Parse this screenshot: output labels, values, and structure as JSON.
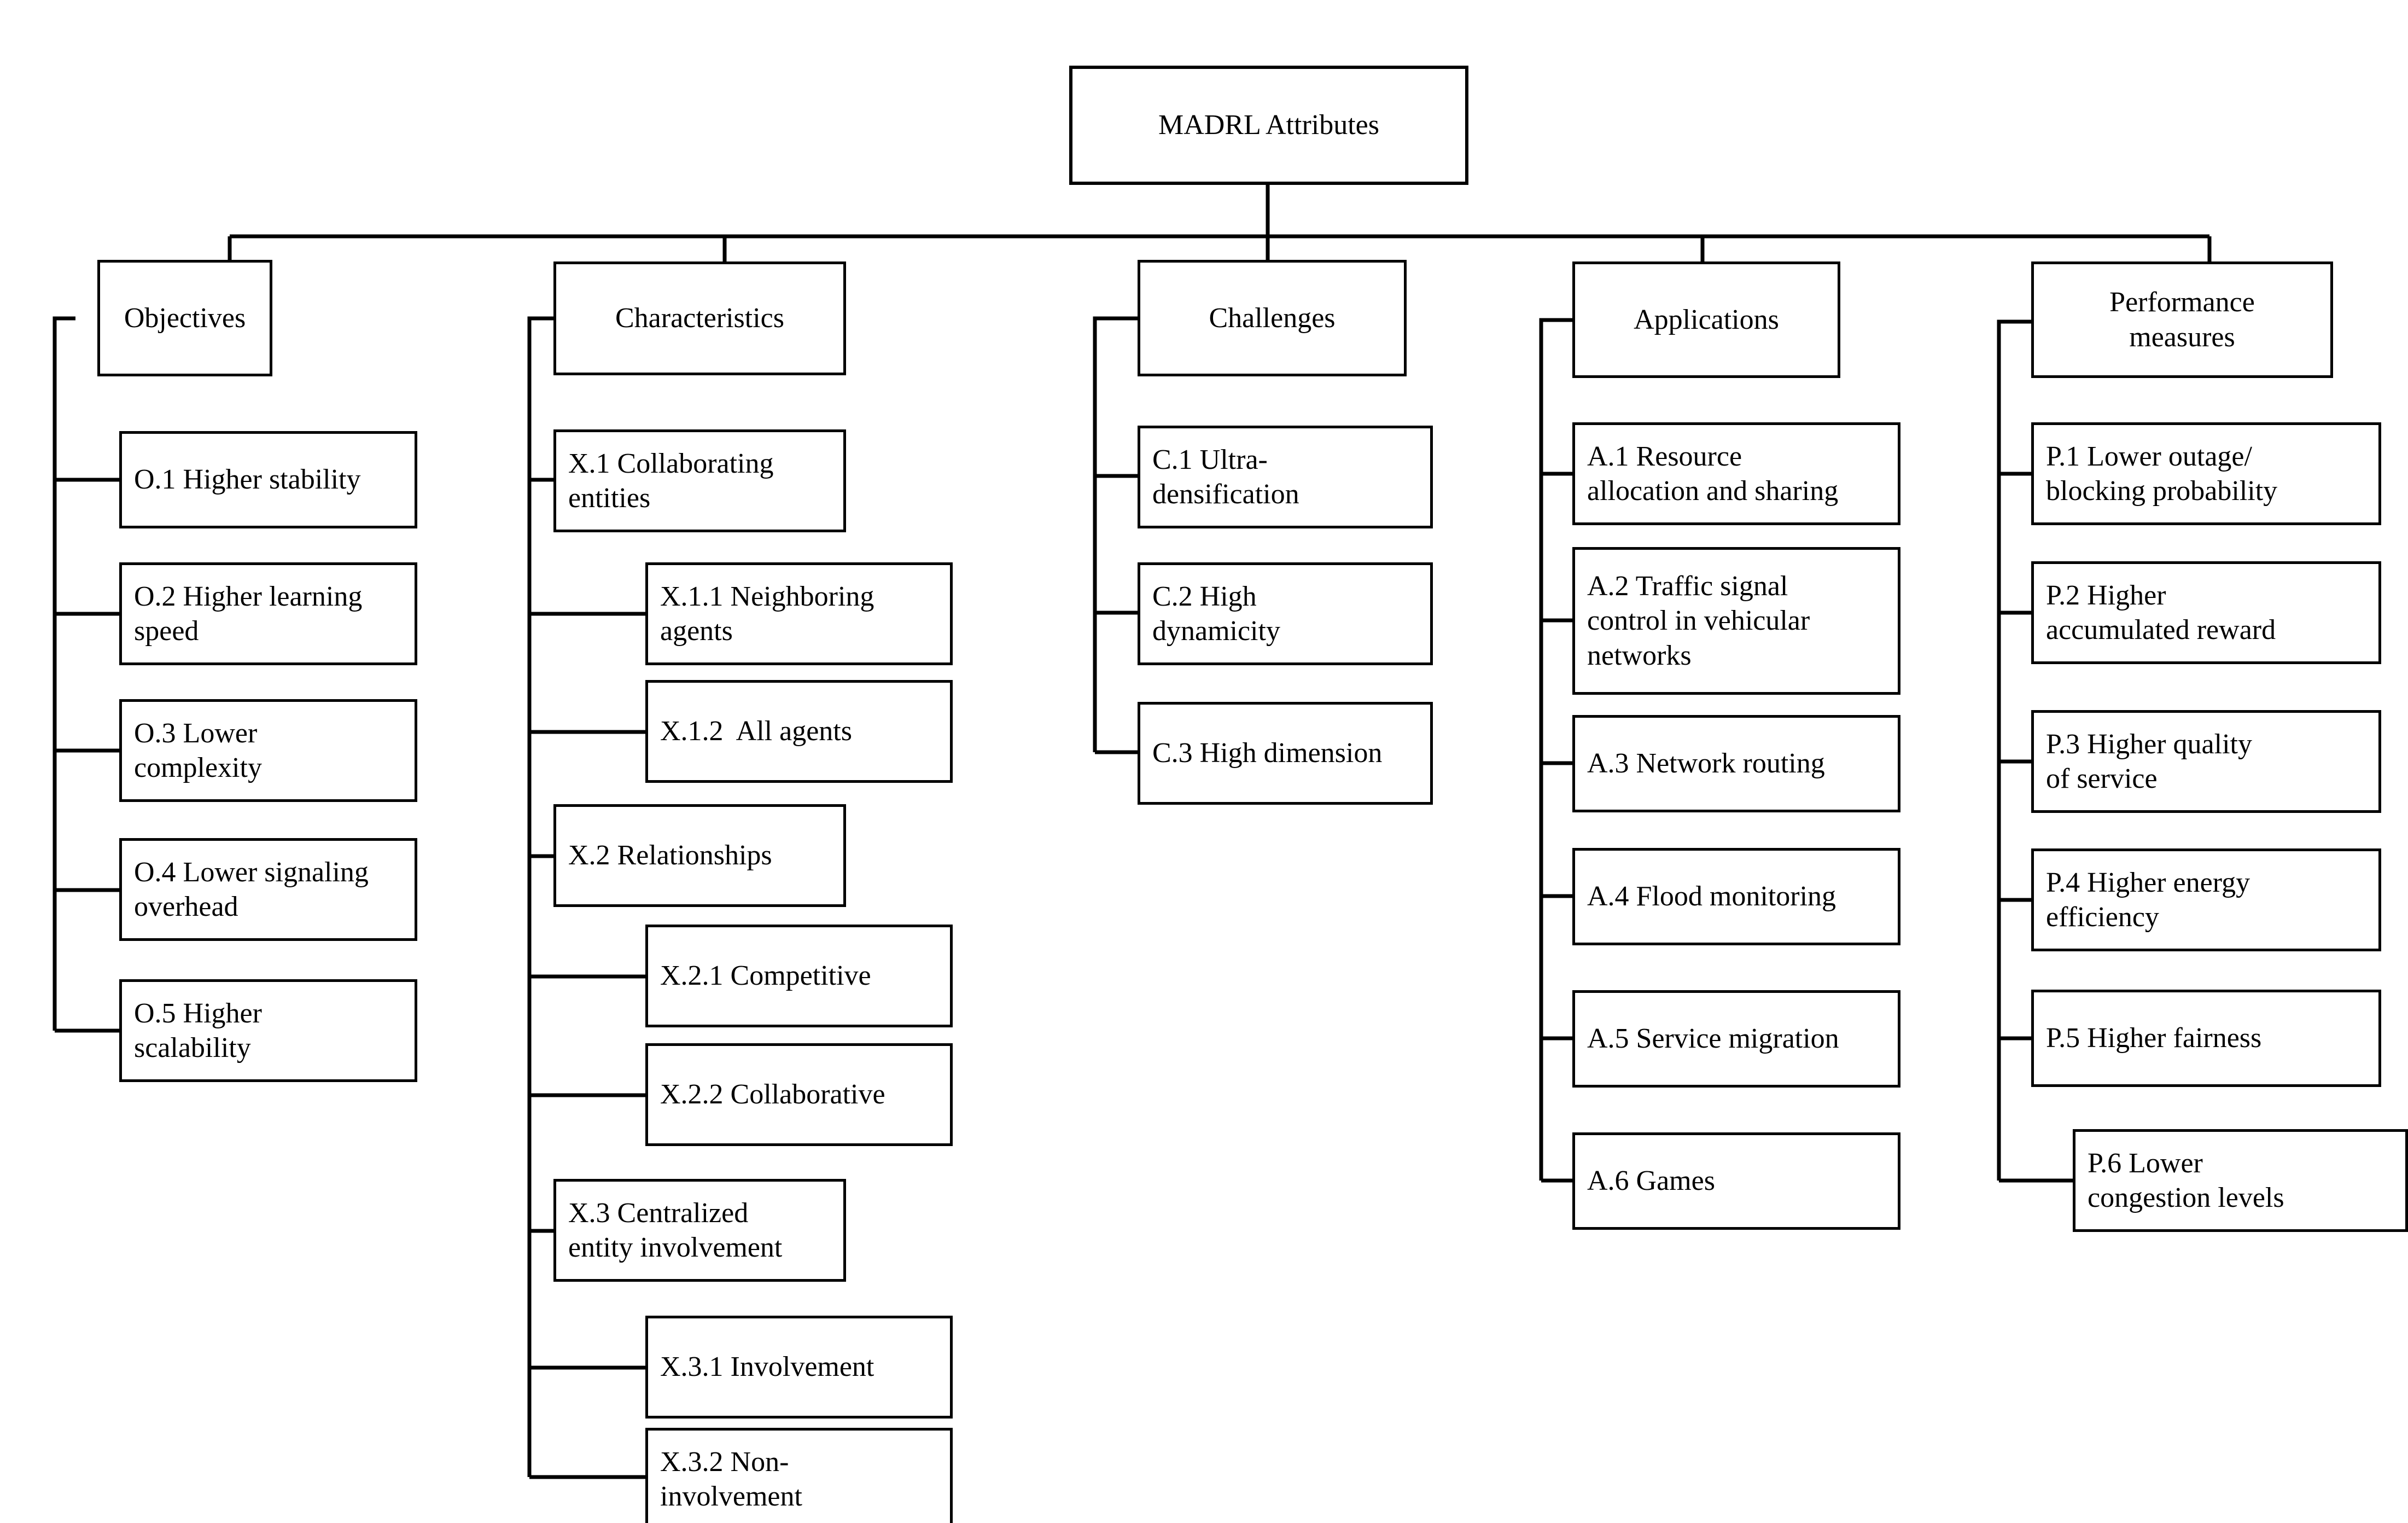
{
  "diagram": {
    "title": "MADRL Attributes",
    "type": "hierarchy-tree",
    "orientation": "top-down-then-left-spine",
    "colors": {
      "box_border": "#000000",
      "box_fill": "#ffffff",
      "text": "#000000",
      "connector": "#000000"
    },
    "root": {
      "label": "MADRL Attributes"
    },
    "branches": [
      {
        "id": "objectives",
        "label": "Objectives",
        "children": [
          {
            "id": "O.1",
            "label": "O.1 Higher stability"
          },
          {
            "id": "O.2",
            "label": "O.2 Higher learning\nspeed"
          },
          {
            "id": "O.3",
            "label": "O.3 Lower\ncomplexity"
          },
          {
            "id": "O.4",
            "label": "O.4 Lower signaling\noverhead"
          },
          {
            "id": "O.5",
            "label": "O.5 Higher\nscalability"
          }
        ]
      },
      {
        "id": "characteristics",
        "label": "Characteristics",
        "children": [
          {
            "id": "X.1",
            "label": "X.1 Collaborating\nentities",
            "level": 1
          },
          {
            "id": "X.1.1",
            "label": "X.1.1 Neighboring\nagents",
            "level": 2
          },
          {
            "id": "X.1.2",
            "label": "X.1.2  All agents",
            "level": 2
          },
          {
            "id": "X.2",
            "label": "X.2 Relationships",
            "level": 1
          },
          {
            "id": "X.2.1",
            "label": "X.2.1 Competitive",
            "level": 2
          },
          {
            "id": "X.2.2",
            "label": "X.2.2 Collaborative",
            "level": 2
          },
          {
            "id": "X.3",
            "label": "X.3 Centralized\nentity involvement",
            "level": 1
          },
          {
            "id": "X.3.1",
            "label": "X.3.1 Involvement",
            "level": 2
          },
          {
            "id": "X.3.2",
            "label": "X.3.2 Non-\ninvolvement",
            "level": 2
          }
        ]
      },
      {
        "id": "challenges",
        "label": "Challenges",
        "children": [
          {
            "id": "C.1",
            "label": "C.1 Ultra-\ndensification"
          },
          {
            "id": "C.2",
            "label": "C.2 High\ndynamicity"
          },
          {
            "id": "C.3",
            "label": "C.3 High dimension"
          }
        ]
      },
      {
        "id": "applications",
        "label": "Applications",
        "children": [
          {
            "id": "A.1",
            "label": "A.1 Resource\nallocation and sharing"
          },
          {
            "id": "A.2",
            "label": "A.2 Traffic signal\ncontrol in vehicular\nnetworks"
          },
          {
            "id": "A.3",
            "label": "A.3 Network routing"
          },
          {
            "id": "A.4",
            "label": "A.4 Flood monitoring"
          },
          {
            "id": "A.5",
            "label": "A.5 Service migration"
          },
          {
            "id": "A.6",
            "label": "A.6 Games"
          }
        ]
      },
      {
        "id": "performance",
        "label": "Performance\nmeasures",
        "children": [
          {
            "id": "P.1",
            "label": "P.1 Lower outage/\nblocking probability"
          },
          {
            "id": "P.2",
            "label": "P.2 Higher\naccumulated reward"
          },
          {
            "id": "P.3",
            "label": "P.3 Higher quality\nof service"
          },
          {
            "id": "P.4",
            "label": "P.4 Higher energy\nefficiency"
          },
          {
            "id": "P.5",
            "label": "P.5 Higher fairness"
          },
          {
            "id": "P.6",
            "label": "P.6 Lower\ncongestion levels"
          }
        ]
      }
    ]
  }
}
